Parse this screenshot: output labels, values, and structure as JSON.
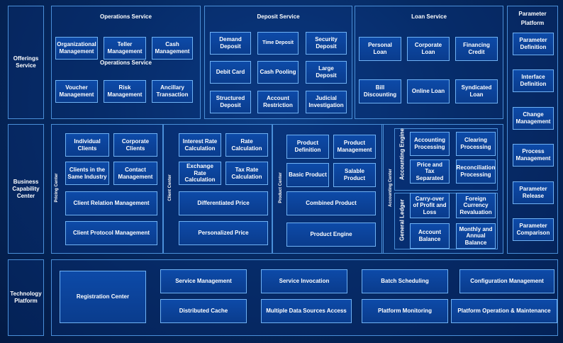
{
  "rows": {
    "offerings": "Offerings Service",
    "business": "Business Capability Center",
    "technology": "Technology Platform"
  },
  "operations": {
    "title": "Operations Service",
    "sub_title": "Operations Service",
    "items": [
      "Organizational Management",
      "Teller Management",
      "Cash Management",
      "Voucher Management",
      "Risk Management",
      "Ancillary Transaction"
    ]
  },
  "deposit": {
    "title": "Deposit Service",
    "items": [
      "Demand Deposit",
      "Time Deposit",
      "Security Deposit",
      "Debit Card",
      "Cash Pooling",
      "Large Deposit",
      "Structured Deposit",
      "Account Restriction",
      "Judicial Investigation"
    ]
  },
  "loan": {
    "title": "Loan Service",
    "items": [
      "Personal Loan",
      "Corporate Loan",
      "Financing Credit",
      "Bill Discounting",
      "Online Loan",
      "Syndicated Loan"
    ]
  },
  "parameter": {
    "title": "Parameter Platform",
    "items": [
      "Parameter Definition",
      "Interface Definition",
      "Change Management",
      "Process Management",
      "Parameter Release",
      "Parameter Comparison"
    ]
  },
  "client_center": {
    "label": "Pricing Center",
    "items": [
      "Individual Clients",
      "Corporate Clients",
      "Clients in the Same Industry",
      "Contact Management",
      "Client Relation Management",
      "Client Protocol Management"
    ]
  },
  "pricing_center": {
    "label": "Client Center",
    "items": [
      "Interest Rate Calculation",
      "Rate Calculation",
      "Exchange Rate Calculation",
      "Tax Rate Calculation",
      "Differentiated Price",
      "Personalized Price"
    ]
  },
  "product_center": {
    "label": "Product Center",
    "items": [
      "Product Definition",
      "Product Management",
      "Basic Product",
      "Salable Product",
      "Combined Product",
      "Product Engine"
    ]
  },
  "accounting_center": {
    "label": "Accounting Center",
    "engine_label": "Accounting Engine",
    "ledger_label": "General Ledger",
    "items": [
      "Accounting Processing",
      "Clearing Processing",
      "Price and Tax Separated",
      "Reconciliation Processing",
      "Carry-over of Profit and Loss",
      "Foreign Currency Revaluation",
      "Account Balance",
      "Monthly and Annual Balance"
    ]
  },
  "technology": {
    "items": [
      "Registration Center",
      "Service Management",
      "Service Invocation",
      "Batch Scheduling",
      "Configuration Management",
      "Distributed Cache",
      "Multiple Data Sources Access",
      "Platform Monitoring",
      "Platform Operation & Maintenance"
    ]
  }
}
